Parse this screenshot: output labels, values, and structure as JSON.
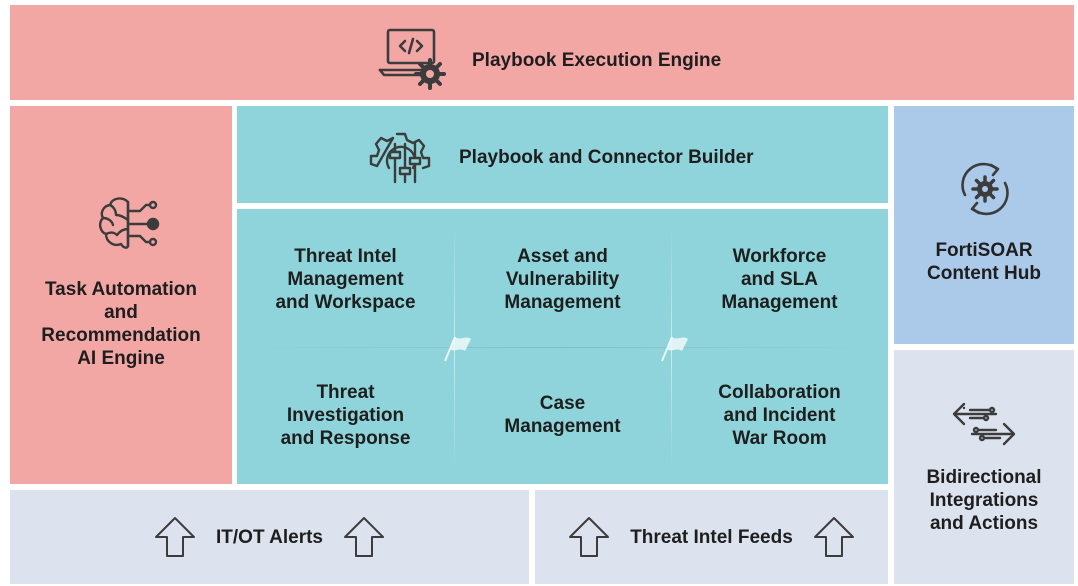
{
  "execution_engine": {
    "label": "Playbook Execution Engine",
    "icon": "laptop-code-gear-icon"
  },
  "task_automation": {
    "label_lines": [
      "Task Automation",
      "and",
      "Recommendation",
      "AI Engine"
    ],
    "icon": "ai-brain-icon"
  },
  "builder": {
    "label": "Playbook and Connector Builder",
    "icon": "gear-sliders-icon"
  },
  "modules": [
    {
      "lines": [
        "Threat Intel",
        "Management",
        "and Workspace"
      ]
    },
    {
      "lines": [
        "Asset and",
        "Vulnerability",
        "Management"
      ]
    },
    {
      "lines": [
        "Workforce",
        "and SLA",
        "Management"
      ]
    },
    {
      "lines": [
        "Threat",
        "Investigation",
        "and Response"
      ]
    },
    {
      "lines": [
        "Case",
        "Management"
      ]
    },
    {
      "lines": [
        "Collaboration",
        "and Incident",
        "War Room"
      ]
    }
  ],
  "content_hub": {
    "label_lines": [
      "FortiSOAR",
      "Content Hub"
    ],
    "icon": "refresh-gear-icon"
  },
  "integrations": {
    "label_lines": [
      "Bidirectional",
      "Integrations",
      "and Actions"
    ],
    "icon": "bidirectional-arrows-icon"
  },
  "inputs": [
    {
      "label": "IT/OT Alerts",
      "icon": "up-arrow-icon"
    },
    {
      "label": "Threat Intel Feeds",
      "icon": "up-arrow-icon"
    }
  ],
  "colors": {
    "salmon": "#f3a7a5",
    "teal": "#8ed4da",
    "blue": "#abc9e9",
    "grey": "#dde3ee",
    "icon": "#3c3c3c"
  }
}
